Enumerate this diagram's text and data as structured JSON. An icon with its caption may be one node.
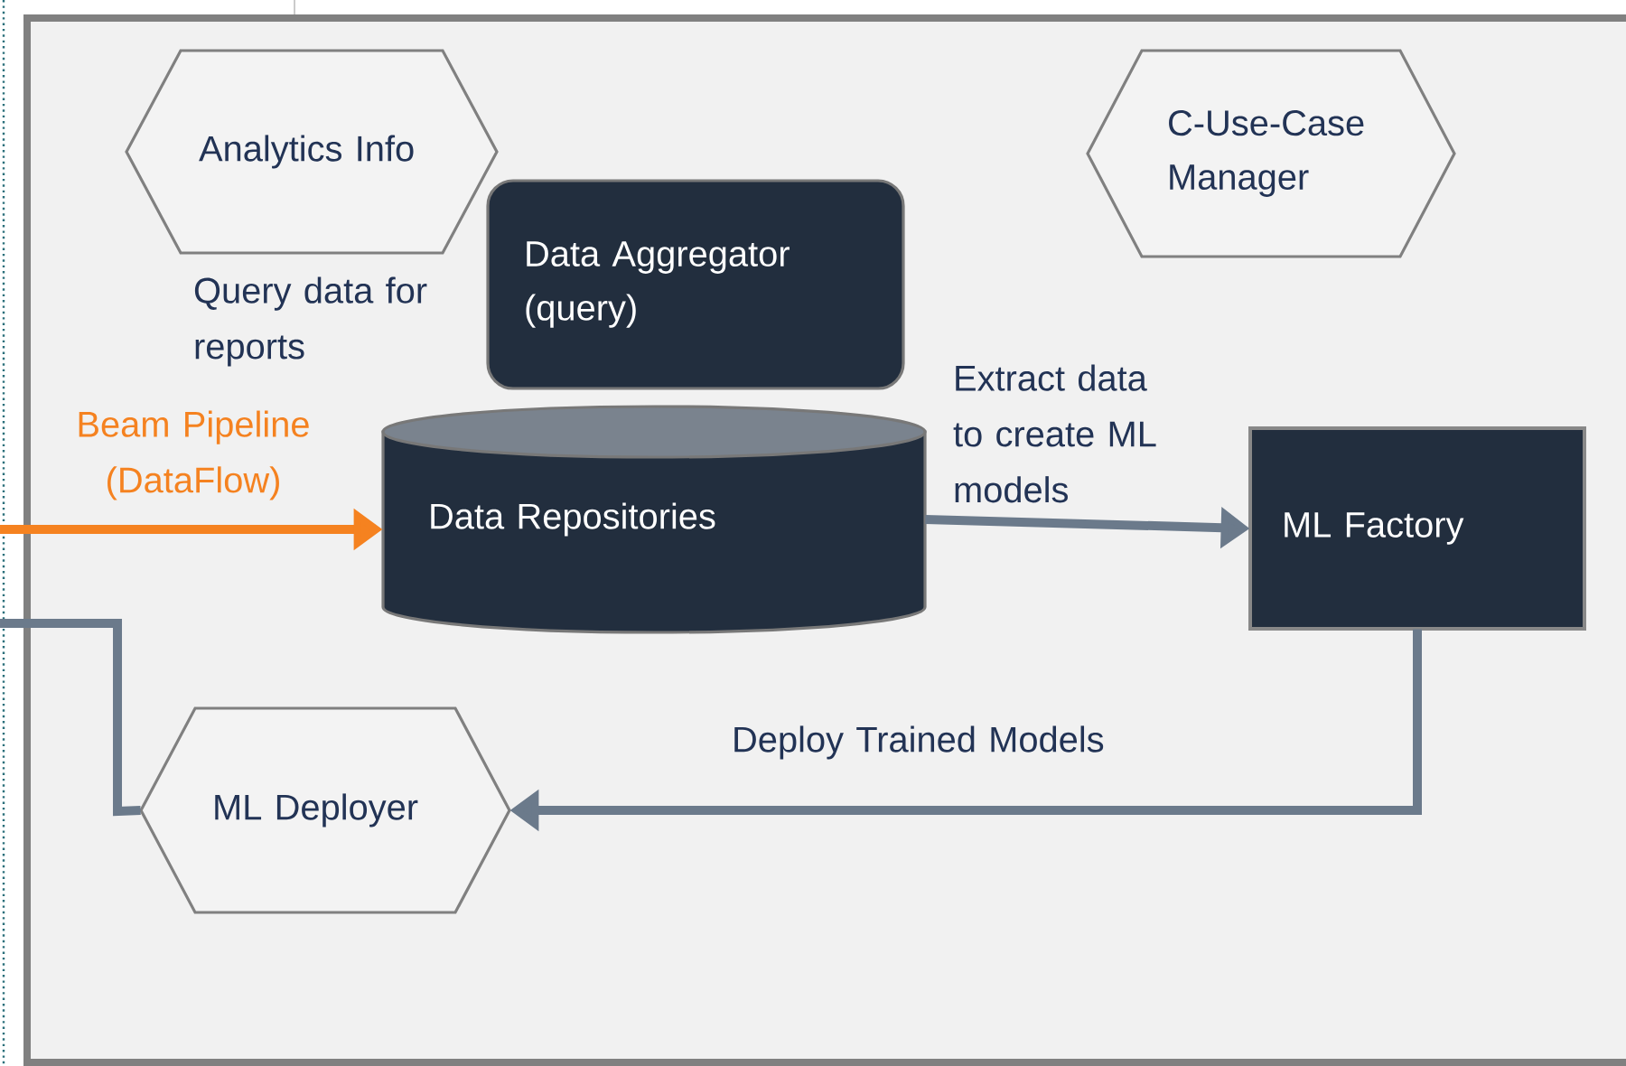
{
  "diagram": {
    "nodes": [
      {
        "text": [
          "Analytics Info"
        ]
      },
      {
        "text": [
          "C-Use-Case Manager"
        ]
      },
      {
        "text": [
          "Data Aggregator (query)"
        ]
      },
      {
        "text": [
          "Data Repositories"
        ]
      },
      {
        "text": [
          "ML Factory"
        ]
      },
      {
        "text": [
          "ML Deployer"
        ]
      }
    ],
    "edges": [
      {
        "from": null,
        "to": 3,
        "arrow": "to",
        "label": "Beam Pipeline (DataFlow)",
        "color": "#f58220"
      },
      {
        "from": 3,
        "to": 4,
        "arrow": "to",
        "label": "Extract data to create ML models"
      },
      {
        "from": 4,
        "to": 5,
        "arrow": "to",
        "label": "Deploy Trained Models"
      },
      {
        "from": 5,
        "to": null,
        "arrow": "none"
      }
    ],
    "labels": [
      "Query data for reports"
    ]
  }
}
